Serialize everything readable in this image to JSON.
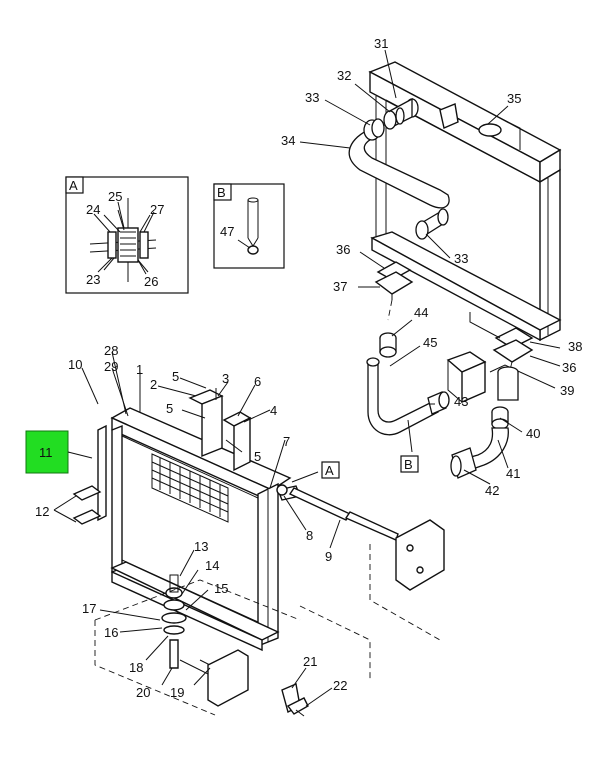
{
  "callouts": {
    "c1": "1",
    "c2": "2",
    "c3": "3",
    "c4": "4",
    "c5a": "5",
    "c5b": "5",
    "c5c": "5",
    "c6": "6",
    "c7": "7",
    "c8": "8",
    "c9": "9",
    "c10": "10",
    "c11": "11",
    "c12": "12",
    "c13": "13",
    "c14": "14",
    "c15": "15",
    "c16": "16",
    "c17": "17",
    "c18": "18",
    "c19": "19",
    "c20": "20",
    "c21": "21",
    "c22": "22",
    "c23": "23",
    "c24": "24",
    "c25": "25",
    "c26": "26",
    "c27": "27",
    "c28": "28",
    "c29": "29",
    "c31": "31",
    "c32": "32",
    "c33a": "33",
    "c33b": "33",
    "c34": "34",
    "c35": "35",
    "c36a": "36",
    "c36b": "36",
    "c37": "37",
    "c38": "38",
    "c39": "39",
    "c40": "40",
    "c41": "41",
    "c42": "42",
    "c43": "43",
    "c44": "44",
    "c45": "45",
    "c47": "47"
  },
  "insets": {
    "a_label": "A",
    "b_label": "B"
  },
  "refs": {
    "ref_a": "A",
    "ref_b": "B"
  },
  "colors": {
    "highlight": "#22dd22"
  }
}
